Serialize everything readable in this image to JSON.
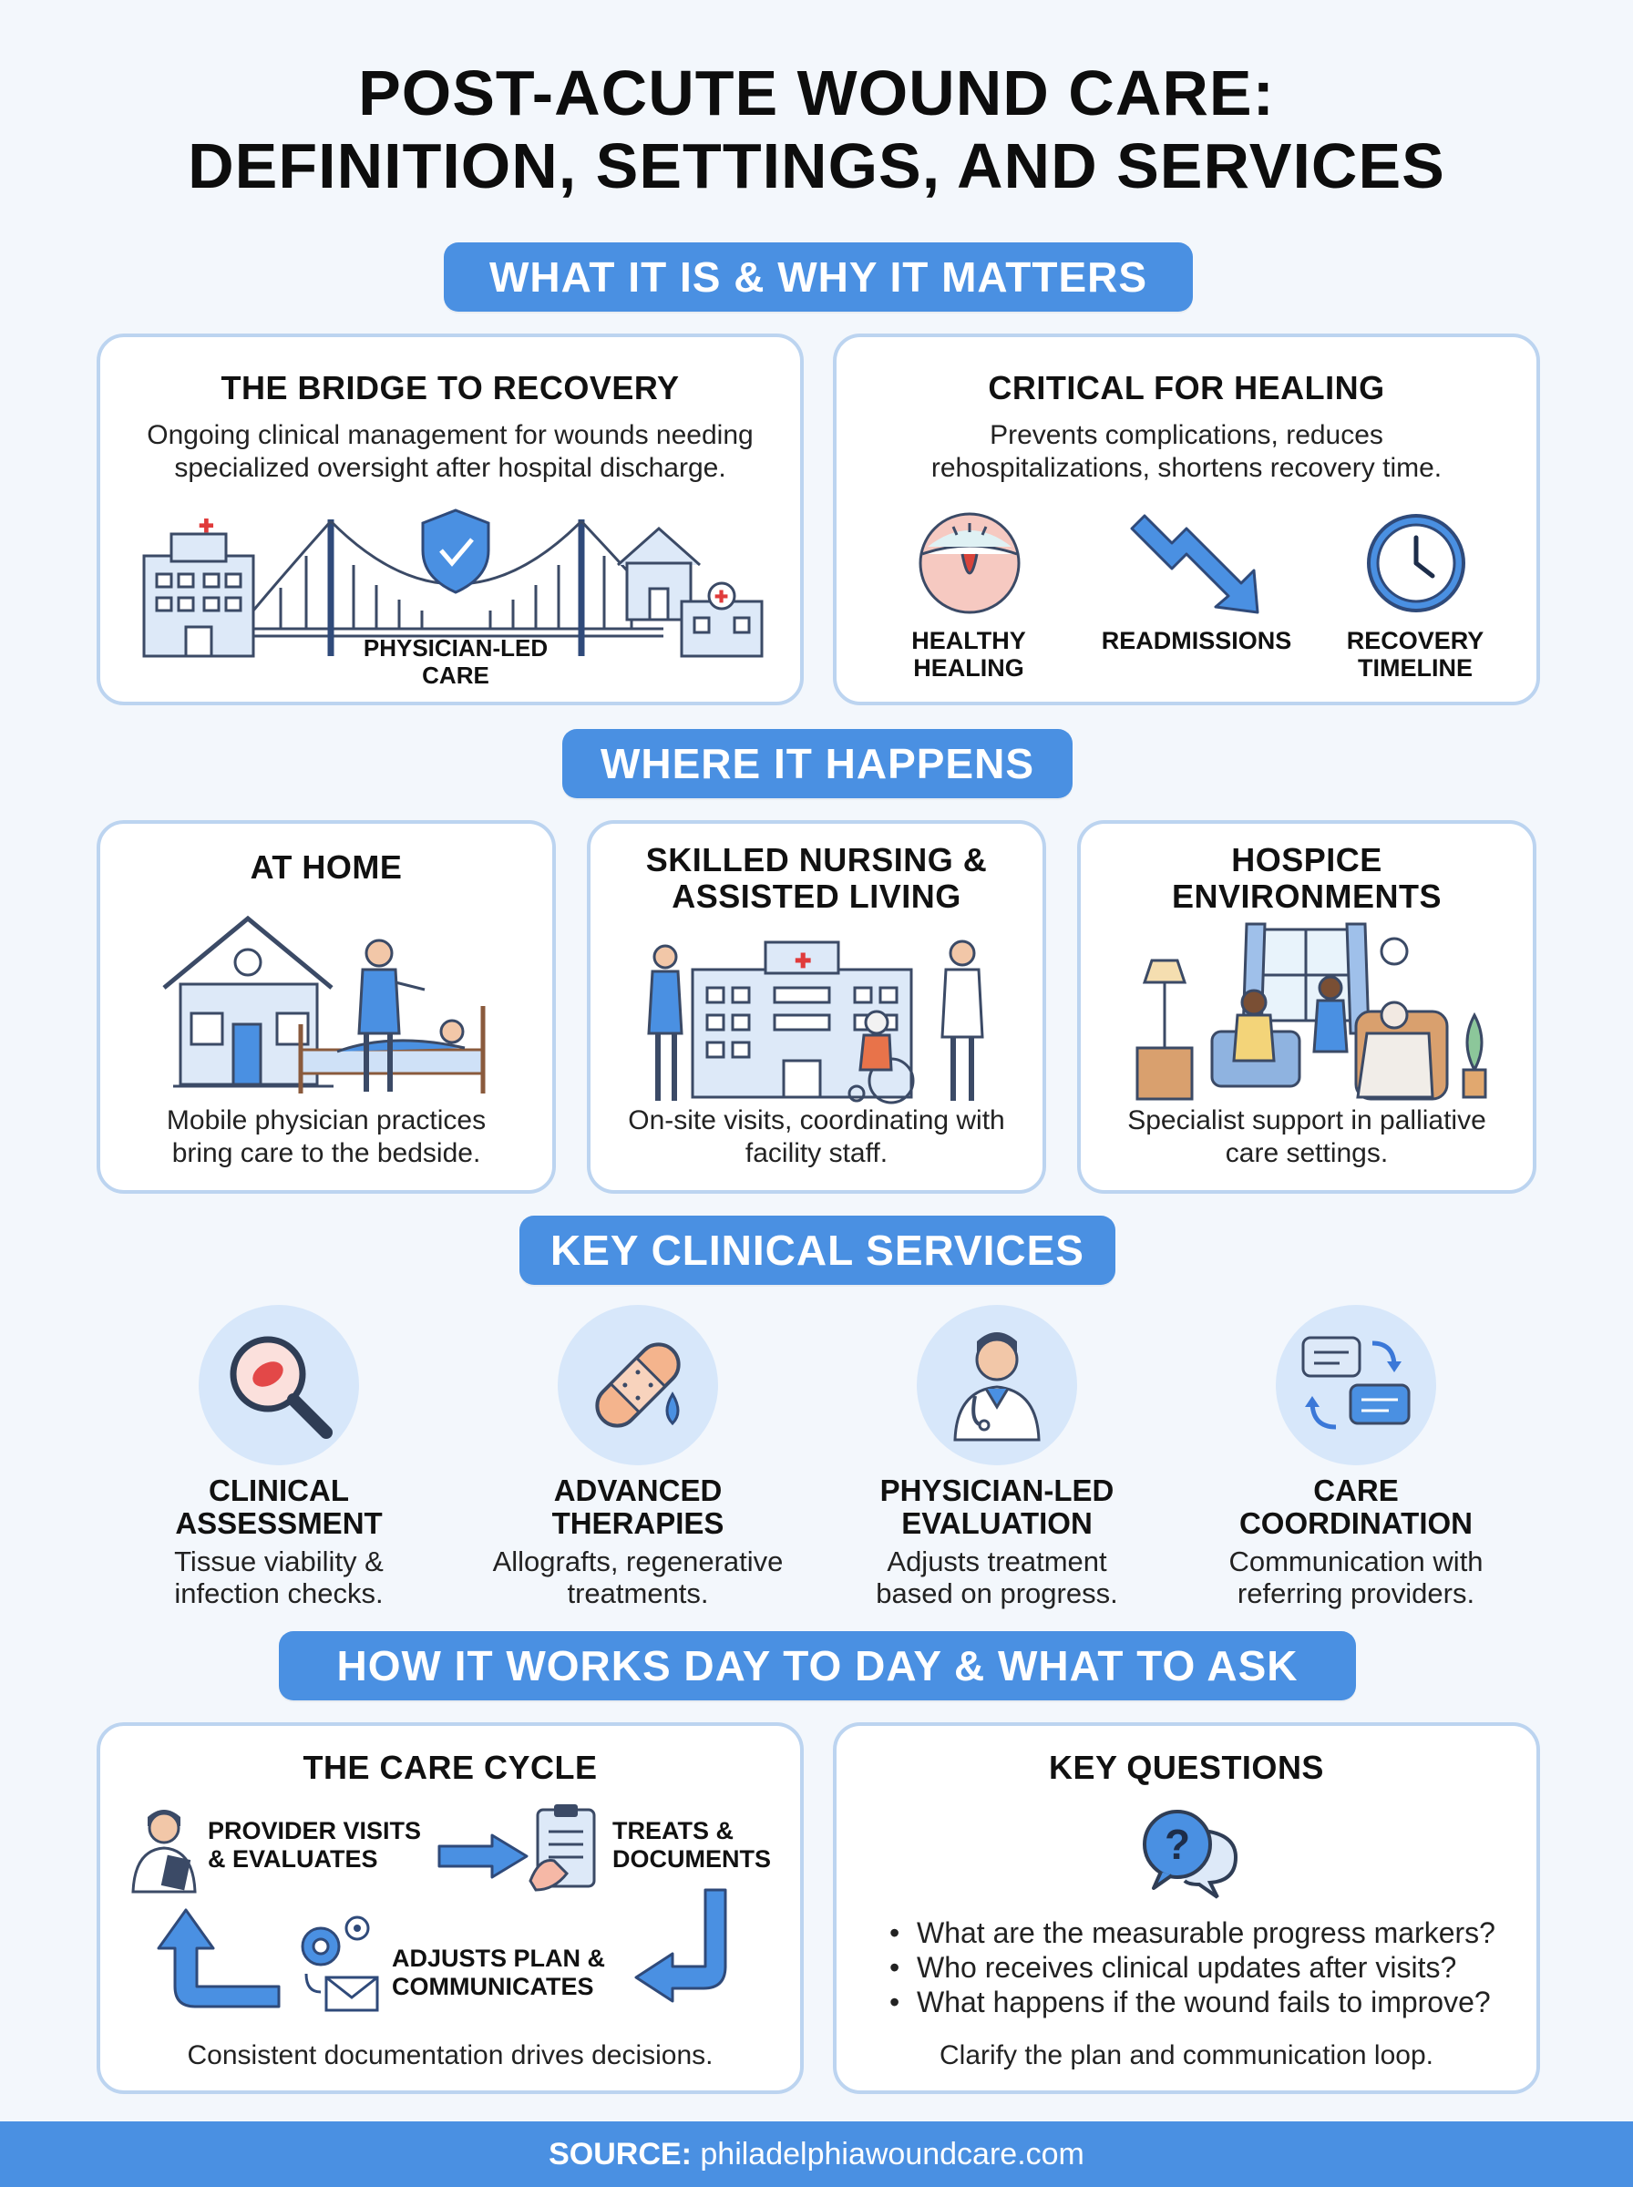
{
  "title": {
    "line1": "POST-ACUTE WOUND CARE:",
    "line2": "DEFINITION, SETTINGS, AND SERVICES"
  },
  "section1": {
    "heading": "WHAT IT IS & WHY IT MATTERS",
    "bridge": {
      "title": "THE BRIDGE TO RECOVERY",
      "text": "Ongoing clinical management for wounds needing specialized oversight after hospital discharge.",
      "label_line1": "PHYSICIAN-LED",
      "label_line2": "CARE"
    },
    "healing": {
      "title": "CRITICAL FOR HEALING",
      "text": "Prevents complications, reduces rehospitalizations, shortens recovery time.",
      "items": [
        {
          "line1": "HEALTHY",
          "line2": "HEALING",
          "icon": "skin-layers-icon"
        },
        {
          "line1": "READMISSIONS",
          "line2": "",
          "icon": "downward-trend-arrow-icon"
        },
        {
          "line1": "RECOVERY",
          "line2": "TIMELINE",
          "icon": "clock-icon"
        }
      ]
    }
  },
  "section2": {
    "heading": "WHERE IT HAPPENS",
    "cards": [
      {
        "title_line1": "AT HOME",
        "title_line2": "",
        "text": "Mobile physician practices bring care to the bedside."
      },
      {
        "title_line1": "SKILLED NURSING &",
        "title_line2": "ASSISTED LIVING",
        "text": "On-site visits, coordinating with facility staff."
      },
      {
        "title_line1": "HOSPICE",
        "title_line2": "ENVIRONMENTS",
        "text": "Specialist support in palliative care settings."
      }
    ]
  },
  "section3": {
    "heading": "KEY CLINICAL SERVICES",
    "services": [
      {
        "title_line1": "CLINICAL",
        "title_line2": "ASSESSMENT",
        "text": "Tissue viability & infection checks.",
        "icon": "magnifier-wound-icon"
      },
      {
        "title_line1": "ADVANCED",
        "title_line2": "THERAPIES",
        "text": "Allografts, regenerative treatments.",
        "icon": "bandage-icon"
      },
      {
        "title_line1": "PHYSICIAN-LED",
        "title_line2": "EVALUATION",
        "text": "Adjusts treatment based on progress.",
        "icon": "doctor-icon"
      },
      {
        "title_line1": "CARE",
        "title_line2": "COORDINATION",
        "text": "Communication with referring providers.",
        "icon": "chat-exchange-icon"
      }
    ]
  },
  "section4": {
    "heading": "HOW IT WORKS DAY TO DAY & WHAT TO ASK",
    "cycle": {
      "title": "THE CARE CYCLE",
      "step1_line1": "PROVIDER VISITS",
      "step1_line2": "& EVALUATES",
      "step2_line1": "TREATS &",
      "step2_line2": "DOCUMENTS",
      "step3_line1": "ADJUSTS PLAN &",
      "step3_line2": "COMMUNICATES",
      "footer": "Consistent documentation drives decisions."
    },
    "questions": {
      "title": "KEY QUESTIONS",
      "items": [
        "What are the measurable progress markers?",
        "Who receives clinical updates after visits?",
        "What happens if the wound fails to improve?"
      ],
      "footer": "Clarify the plan and communication loop."
    }
  },
  "footer": {
    "label": "SOURCE:",
    "url": "philadelphiawoundcare.com"
  },
  "colors": {
    "accent": "#4a90e2",
    "card_border": "#bcd4f0",
    "icon_blue": "#3b78d8",
    "light_blue": "#d7e7fa",
    "background": "#f3f7fc"
  }
}
